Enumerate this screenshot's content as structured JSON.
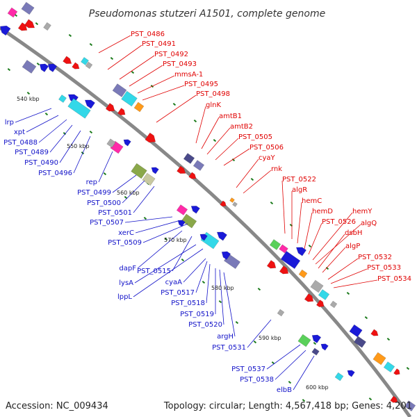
{
  "title": "Pseudomonas stutzeri A1501, complete genome",
  "footer": {
    "accession": "Accession: NC_009434",
    "topology": "Topology: circular; Length: 4,567,418 bp; Genes: 4,201"
  },
  "colors": {
    "forward_label": "#e00000",
    "reverse_label": "#1010c8",
    "backbone": "#888888",
    "ticks": "#1a7a1a"
  },
  "kbp_ticks": [
    "540 kbp",
    "550 kbp",
    "560 kbp",
    "570 kbp",
    "580 kbp",
    "590 kbp",
    "600 kbp"
  ],
  "forward_labels": [
    "PST_0486",
    "PST_0491",
    "PST_0492",
    "PST_0493",
    "mmsA-1",
    "PST_0495",
    "PST_0498",
    "glnK",
    "amtB1",
    "amtB2",
    "PST_0505",
    "PST_0506",
    "cyaY",
    "rnk",
    "PST_0522",
    "algR",
    "hemC",
    "hemD",
    "PST_0526",
    "hemY",
    "algQ",
    "dsbH",
    "algP",
    "PST_0532",
    "PST_0533",
    "PST_0534"
  ],
  "reverse_labels": [
    "lrp",
    "xpt",
    "PST_0488",
    "PST_0489",
    "PST_0490",
    "PST_0496",
    "rep",
    "PST_0499",
    "PST_0500",
    "PST_0501",
    "PST_0507",
    "xerC",
    "PST_0509",
    "dapF",
    "PST_0515",
    "lysA",
    "lppL",
    "cyaA",
    "PST_0517",
    "PST_0518",
    "PST_0519",
    "PST_0520",
    "argH",
    "PST_0531",
    "PST_0537",
    "PST_0538",
    "elbB"
  ]
}
